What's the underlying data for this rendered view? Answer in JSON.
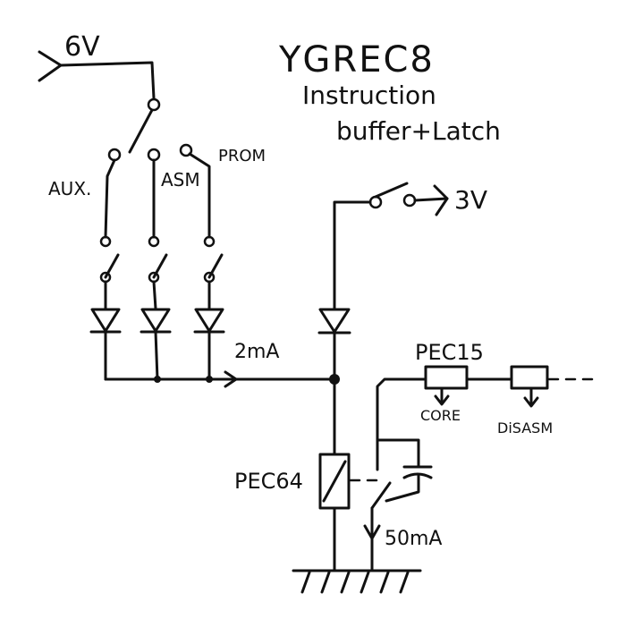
{
  "title": {
    "line1": "YGREC8",
    "line2": "Instruction",
    "line3": "buffer+Latch"
  },
  "labels": {
    "supply_6v": "6V",
    "supply_3v": "3V",
    "aux": "AUX.",
    "asm": "ASM",
    "prom": "PROM",
    "current_2ma": "2mA",
    "pec15": "PEC15",
    "core": "CORE",
    "disasm": "DiSASM",
    "pec64": "PEC64",
    "current_50ma": "50mA"
  },
  "colors": {
    "ink": "#111111",
    "paper": "#ffffff"
  }
}
